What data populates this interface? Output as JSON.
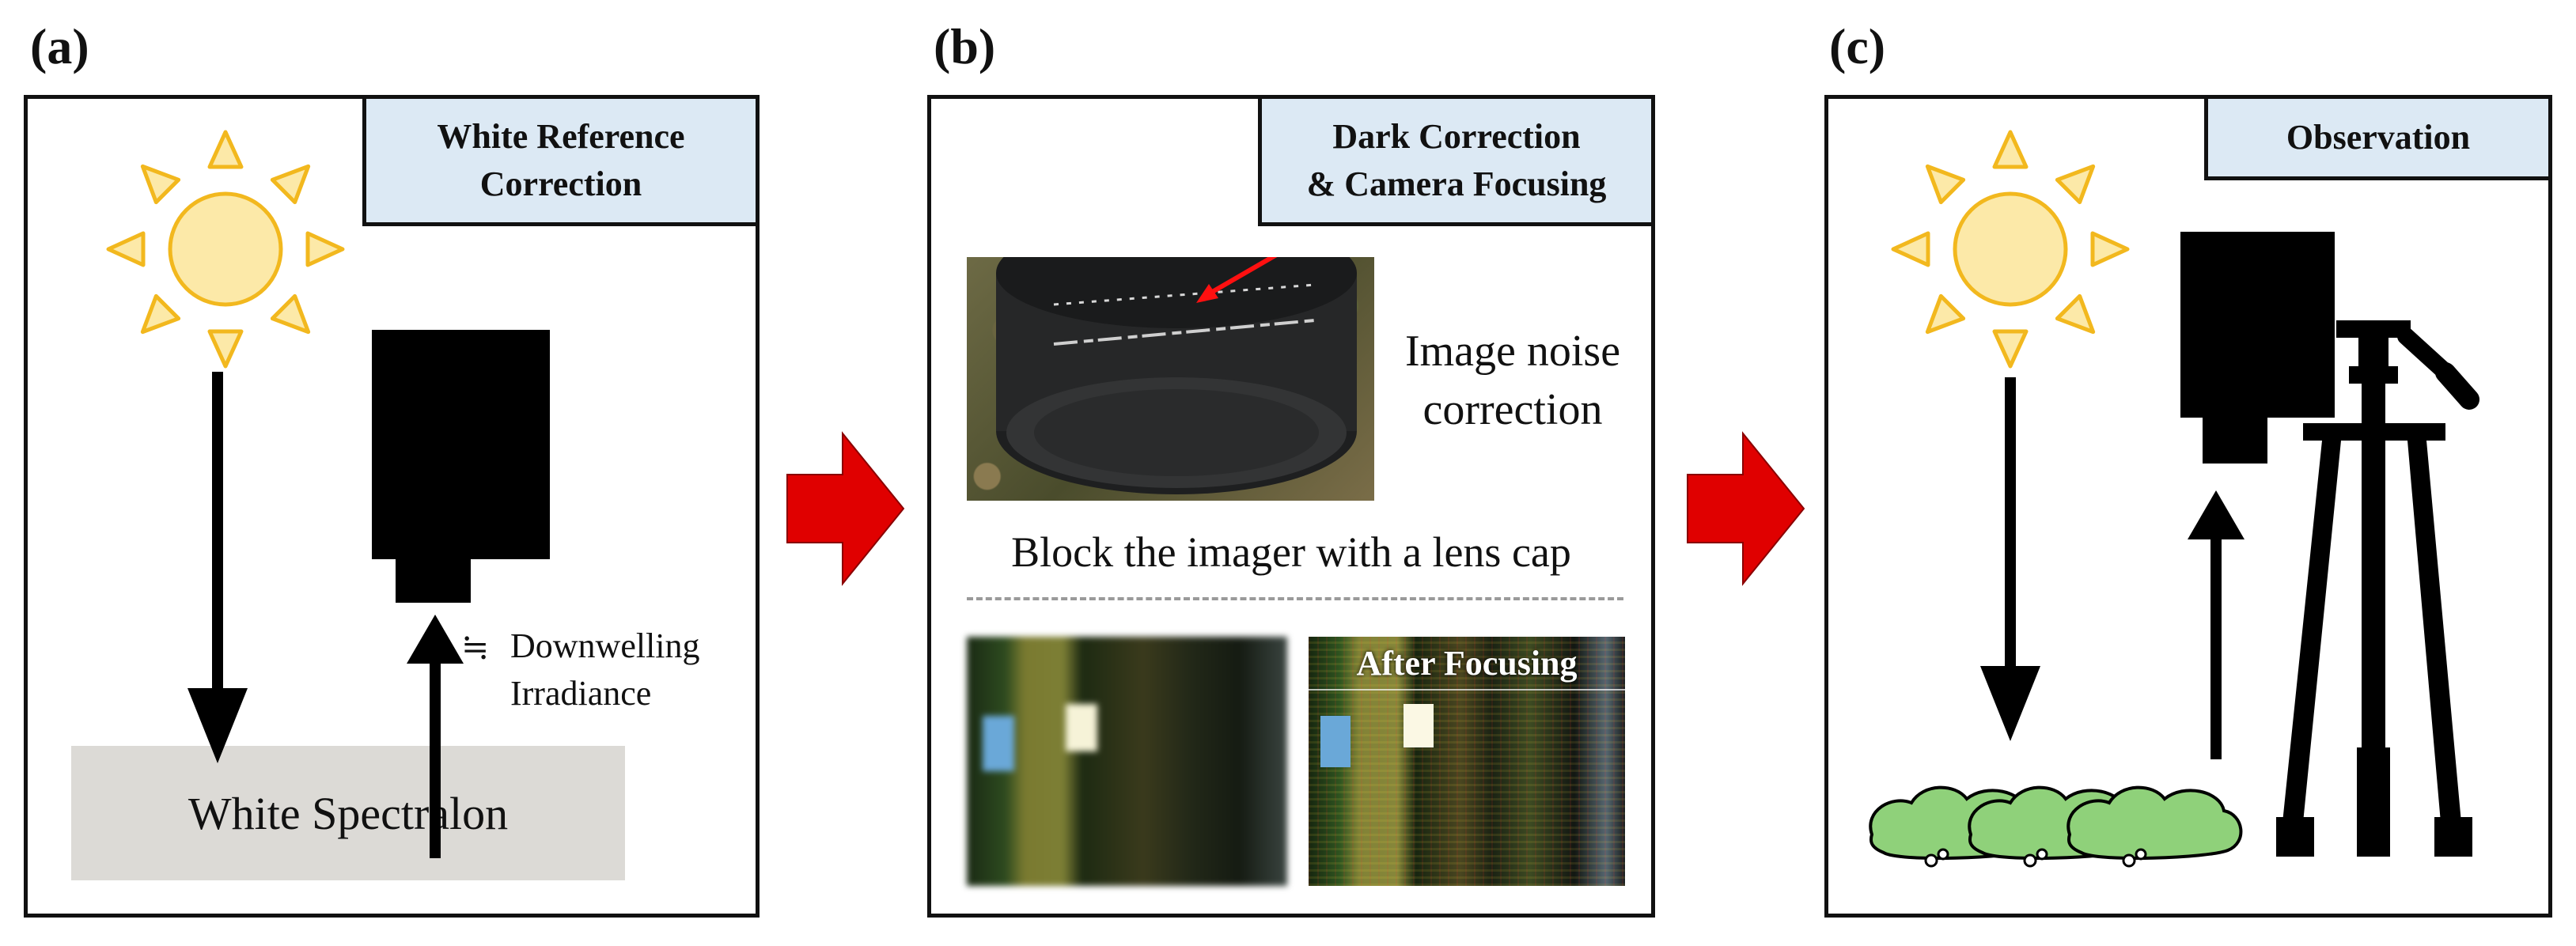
{
  "panels": {
    "a": {
      "letter": "(a)",
      "title_line1": "White Reference",
      "title_line2": "Correction",
      "spectralon_label": "White Spectralon",
      "approx_symbol": "≒",
      "downwelling_line1": "Downwelling",
      "downwelling_line2": "Irradiance"
    },
    "b": {
      "letter": "(b)",
      "title_line1": "Dark Correction",
      "title_line2": "& Camera Focusing",
      "noise_line1": "Image noise",
      "noise_line2": "correction",
      "lens_cap_text": "Block the imager with a lens cap",
      "after_focusing": "After Focusing"
    },
    "c": {
      "letter": "(c)",
      "title": "Observation"
    }
  },
  "colors": {
    "sun_fill": "#fce9a8",
    "sun_stroke": "#f2b81e",
    "tag_bg": "#dce9f4",
    "spectralon": "#dcdad6",
    "flow_arrow": "#e00000",
    "canopy": "#8fd17a"
  },
  "icons": [
    "sun-icon",
    "camera-icon",
    "tripod-icon",
    "flow-arrow-icon",
    "canopy-icon"
  ]
}
